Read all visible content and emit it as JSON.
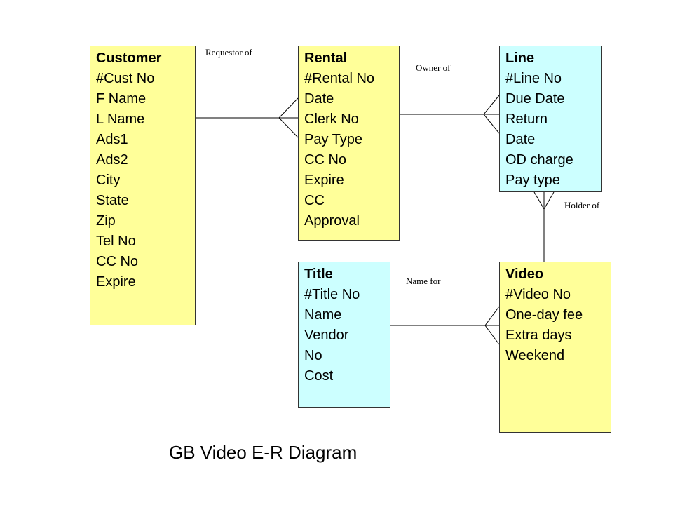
{
  "entities": {
    "customer": {
      "title": "Customer",
      "attributes": [
        "#Cust No",
        "F Name",
        "L Name",
        "Ads1",
        "Ads2",
        "City",
        "State",
        "Zip",
        "Tel No",
        "CC No",
        "Expire"
      ],
      "color": "#ffff99"
    },
    "rental": {
      "title": "Rental",
      "attributes": [
        "#Rental No",
        "Date",
        "Clerk No",
        "Pay Type",
        "CC No",
        "Expire",
        "CC",
        "Approval"
      ],
      "color": "#ffff99"
    },
    "line": {
      "title": "Line",
      "attributes": [
        "#Line No",
        "Due Date",
        "Return",
        "Date",
        "OD charge",
        "Pay type"
      ],
      "color": "#ccffff"
    },
    "title": {
      "title": "Title",
      "attributes": [
        "#Title No",
        "Name",
        "Vendor",
        "No",
        "Cost"
      ],
      "color": "#ccffff"
    },
    "video": {
      "title": "Video",
      "attributes": [
        "#Video No",
        "One-day fee",
        "Extra days",
        "Weekend"
      ],
      "color": "#ffff99"
    }
  },
  "relationships": {
    "requestor_of": "Requestor of",
    "owner_of": "Owner of",
    "holder_of": "Holder of",
    "name_for": "Name for"
  },
  "caption": "GB Video E-R Diagram"
}
